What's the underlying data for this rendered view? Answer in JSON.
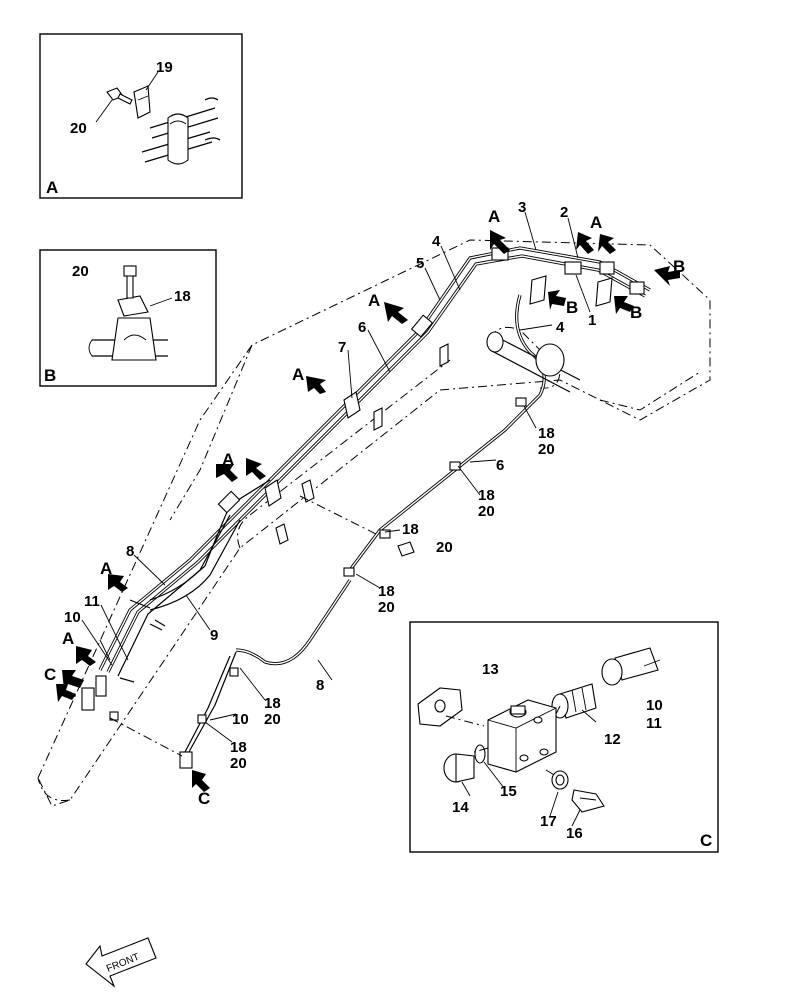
{
  "diagram": {
    "boom_labels": {
      "l1": "1",
      "l2": "2",
      "l3": "3",
      "l4a": "4",
      "l4b": "4",
      "l5": "5",
      "l6a": "6",
      "l6b": "6",
      "l7": "7",
      "l8a": "8",
      "l8b": "8",
      "l9": "9",
      "l10a": "10",
      "l10b": "10",
      "l11": "11",
      "l18a": "18",
      "l20a": "20",
      "l18b": "18",
      "l20b": "20",
      "l18c": "18",
      "l20c": "20",
      "l18d": "18",
      "l20d": "20",
      "l18e": "18",
      "l20e": "20",
      "l18f": "18",
      "l20f": "20"
    },
    "arrow_letters": {
      "a1": "A",
      "a2": "A",
      "a3": "A",
      "a4": "A",
      "a5": "A",
      "a6": "A",
      "a7": "A",
      "b1": "B",
      "b2": "B",
      "b3": "B",
      "c1": "C",
      "c2": "C"
    },
    "detail_a": {
      "letter": "A",
      "n19": "19",
      "n20": "20"
    },
    "detail_b": {
      "letter": "B",
      "n20": "20",
      "n18": "18"
    },
    "detail_c": {
      "letter": "C",
      "n13": "13",
      "n12": "12",
      "n10": "10",
      "n11": "11",
      "n14": "14",
      "n15": "15",
      "n17": "17",
      "n16": "16"
    },
    "front_label": "FRONT"
  }
}
